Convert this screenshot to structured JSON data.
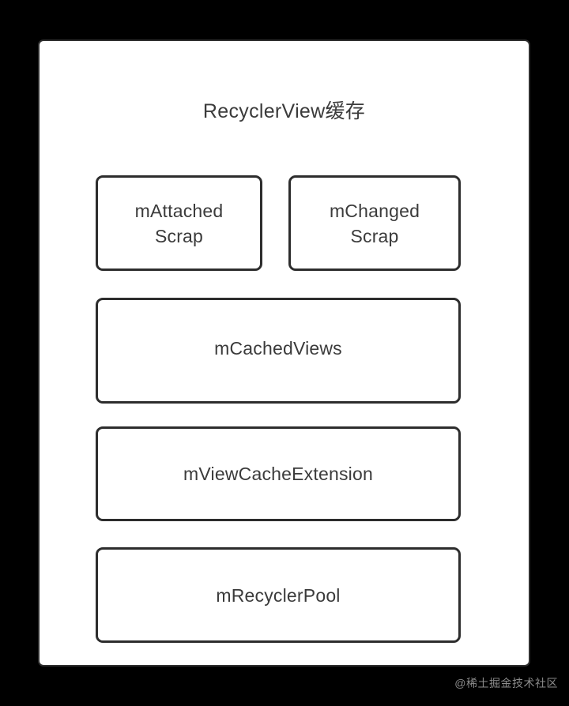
{
  "diagram": {
    "title": "RecyclerView缓存",
    "background_color": "#000000",
    "card_color": "#ffffff",
    "border_color": "#2d2d2d",
    "text_color": "#3b3b3b",
    "boxes": [
      {
        "id": "attached-scrap",
        "label": "mAttached\nScrap"
      },
      {
        "id": "changed-scrap",
        "label": "mChanged\nScrap"
      },
      {
        "id": "cached-views",
        "label": "mCachedViews"
      },
      {
        "id": "view-cache-extension",
        "label": "mViewCacheExtension"
      },
      {
        "id": "recycler-pool",
        "label": "mRecyclerPool"
      }
    ]
  },
  "watermark": {
    "text": "@稀土掘金技术社区",
    "color": "#8c8c8c"
  }
}
